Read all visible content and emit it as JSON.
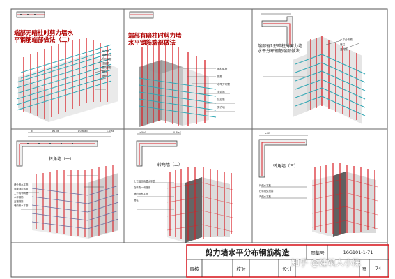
{
  "panels": [
    {
      "title_lines": [
        "端部无暗柱时剪力墙水",
        "平钢筋端部做法（二）"
      ],
      "callouts": [
        "剪力墙",
        "墙身水平",
        "分布钢筋",
        "拉结筋",
        "竖向钢筋",
        "暗柱",
        "箍筋"
      ]
    },
    {
      "title_lines": [
        "端部有暗柱时剪力墙",
        "水平钢筋端部做法"
      ],
      "callouts": [
        "暗柱纵筋",
        "箍筋",
        "水平分布筋",
        "竖向筋",
        "拉结筋",
        "剪力墙"
      ]
    },
    {
      "title_lines": [
        "端部有L形暗柱时剪力墙",
        "水平分布钢筋端部做法"
      ],
      "callouts": [
        "水平分布筋",
        "暗柱",
        "竖向筋"
      ]
    },
    {
      "title_lines": [
        "转角墙（一）"
      ],
      "callouts": [
        "墙外侧水平筋",
        "连续通过转角",
        "上下相邻两层",
        "水平钢筋",
        "交错搭接",
        "墙内侧水平筋"
      ]
    },
    {
      "title_lines": [
        "转角墙（二）"
      ],
      "callouts": [
        "上下相邻两层水平筋",
        "在转角一侧搭接",
        "墙内侧水平筋",
        "暗柱"
      ]
    },
    {
      "title_lines": [
        "转角墙（三）"
      ],
      "callouts": [
        "外侧水平筋",
        "在转角处搭接",
        "内侧水平筋"
      ]
    }
  ],
  "dimensions": [
    "lE",
    "≥15d",
    "≥0.6lab",
    "1.2laE",
    "≥500",
    "0.8laE",
    "≥lIE"
  ],
  "title_block": {
    "drawing_title": "剪力墙水平分布钢筋构造",
    "atlas_label": "图集号",
    "atlas_no": "16G101-1-71",
    "review_label": "审核",
    "check_label": "校对",
    "design_label": "设计",
    "page_label": "页",
    "page_no": "74"
  },
  "watermark": "知乎 @建筑人小陈",
  "colors": {
    "rebar_red": "#d81f26",
    "rebar_teal": "#33a8b5",
    "title_red": "#b00000",
    "concrete": "#bdbdbd"
  }
}
